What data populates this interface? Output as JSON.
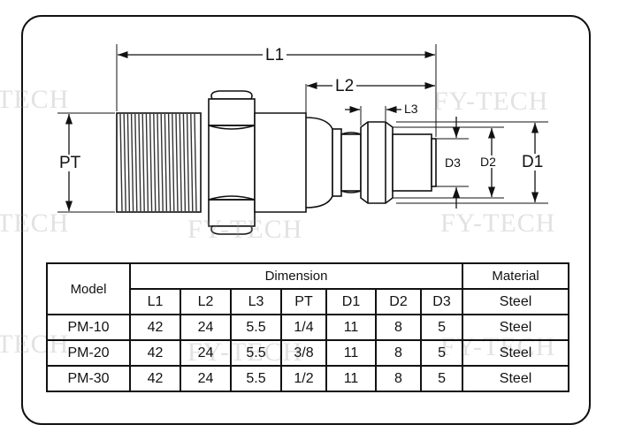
{
  "watermark": "FY-TECH",
  "diagram": {
    "labels": {
      "l1": "L1",
      "l2": "L2",
      "l3": "L3",
      "pt": "PT",
      "d1": "D1",
      "d2": "D2",
      "d3": "D3"
    }
  },
  "table": {
    "model_header": "Model",
    "dimension_header": "Dimension",
    "material_header": "Material",
    "columns": [
      "L1",
      "L2",
      "L3",
      "PT",
      "D1",
      "D2",
      "D3"
    ],
    "unit_material": "Steel",
    "rows": [
      {
        "model": "PM-10",
        "values": [
          "42",
          "24",
          "5.5",
          "1/4",
          "11",
          "8",
          "5"
        ],
        "material": "Steel"
      },
      {
        "model": "PM-20",
        "values": [
          "42",
          "24",
          "5.5",
          "3/8",
          "11",
          "8",
          "5"
        ],
        "material": "Steel"
      },
      {
        "model": "PM-30",
        "values": [
          "42",
          "24",
          "5.5",
          "1/2",
          "11",
          "8",
          "5"
        ],
        "material": "Steel"
      }
    ]
  }
}
